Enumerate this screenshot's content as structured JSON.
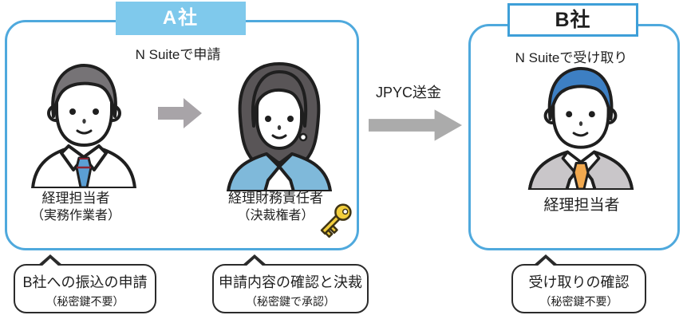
{
  "company_a": {
    "header": "A社",
    "subtitle": "N Suiteで申請",
    "worker": {
      "role_line1": "経理担当者",
      "role_line2": "（実務作業者）"
    },
    "approver": {
      "role_line1": "経理財務責任者",
      "role_line2": "（決裁権者）"
    }
  },
  "company_b": {
    "header": "B社",
    "subtitle": "N Suiteで受け取り",
    "receiver": {
      "role": "経理担当者"
    }
  },
  "transfer": {
    "label": "JPYC送金"
  },
  "callouts": [
    {
      "line1": "B社への振込の申請",
      "line2": "（秘密鍵不要）"
    },
    {
      "line1": "申請内容の確認と決裁",
      "line2": "（秘密鍵で承認）"
    },
    {
      "line1": "受け取りの確認",
      "line2": "（秘密鍵不要）"
    }
  ],
  "icons": {
    "key": "key-icon",
    "flow_arrow": "arrow-right-icon",
    "transfer_arrow": "arrow-right-icon"
  },
  "colors": {
    "box_border": "#4FA9DD",
    "header_a_bg": "#7FC9EC",
    "header_b_border": "#3E9FD8",
    "arrow_small": "#A8A4A8",
    "arrow_large": "#ABABAB",
    "bubble_border": "#2B2B2B",
    "key_fill": "#F2CE3D"
  }
}
